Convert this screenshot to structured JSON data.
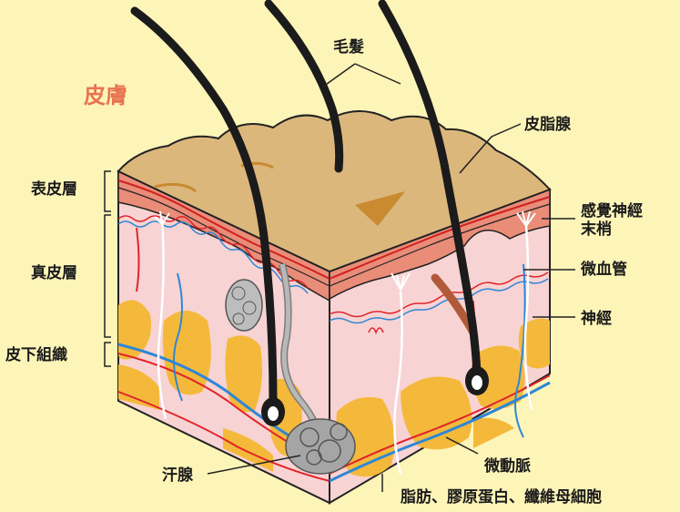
{
  "title": "皮膚",
  "labels": {
    "hair": "毛髮",
    "sebaceous_gland": "皮脂腺",
    "epidermis": "表皮層",
    "dermis": "真皮層",
    "subcutaneous": "皮下組織",
    "sensory_nerve_ending_line1": "感覺神經",
    "sensory_nerve_ending_line2": "末梢",
    "capillary": "微血管",
    "nerve": "神經",
    "sweat_gland": "汗腺",
    "arteriole": "微動脈",
    "fat_collagen_fibroblast": "脂肪、膠原蛋白、纖維母細胞"
  },
  "colors": {
    "background": "#fdf4b8",
    "title": "#e8734f",
    "surface": "#dcb77c",
    "epidermis": "#e98c78",
    "dermis": "#f8d3d3",
    "fat": "#f4b93a",
    "artery": "#e0242b",
    "vein": "#2f86d6",
    "hair": "#1b1b1b",
    "sweat_gland": "#a5a5a5"
  }
}
